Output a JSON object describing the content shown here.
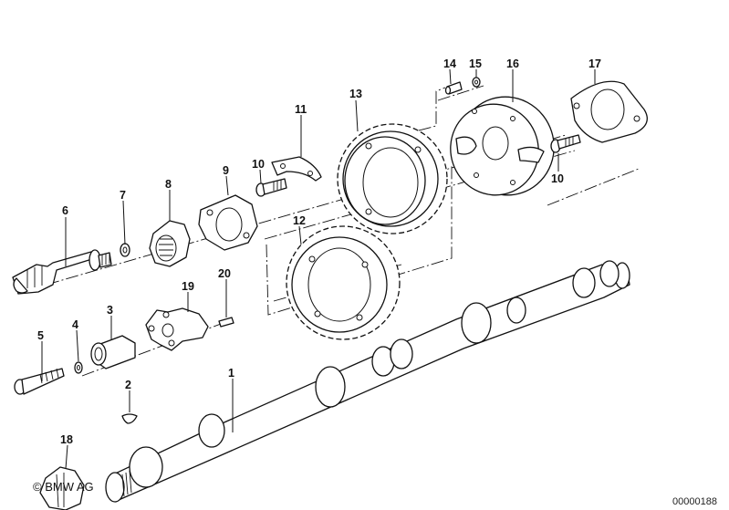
{
  "diagram": {
    "subject": "camshaft-assembly",
    "callouts": {
      "p1": "1",
      "p2": "2",
      "p3": "3",
      "p4": "4",
      "p5": "5",
      "p6": "6",
      "p7": "7",
      "p8": "8",
      "p9": "9",
      "p10a": "10",
      "p10b": "10",
      "p11": "11",
      "p12": "12",
      "p13": "13",
      "p14": "14",
      "p15": "15",
      "p16": "16",
      "p17": "17",
      "p18": "18",
      "p19": "19",
      "p20": "20"
    },
    "copyright": "© BMW AG",
    "diagram_id": "00000188",
    "colors": {
      "line": "#111111",
      "background": "#ffffff"
    }
  }
}
